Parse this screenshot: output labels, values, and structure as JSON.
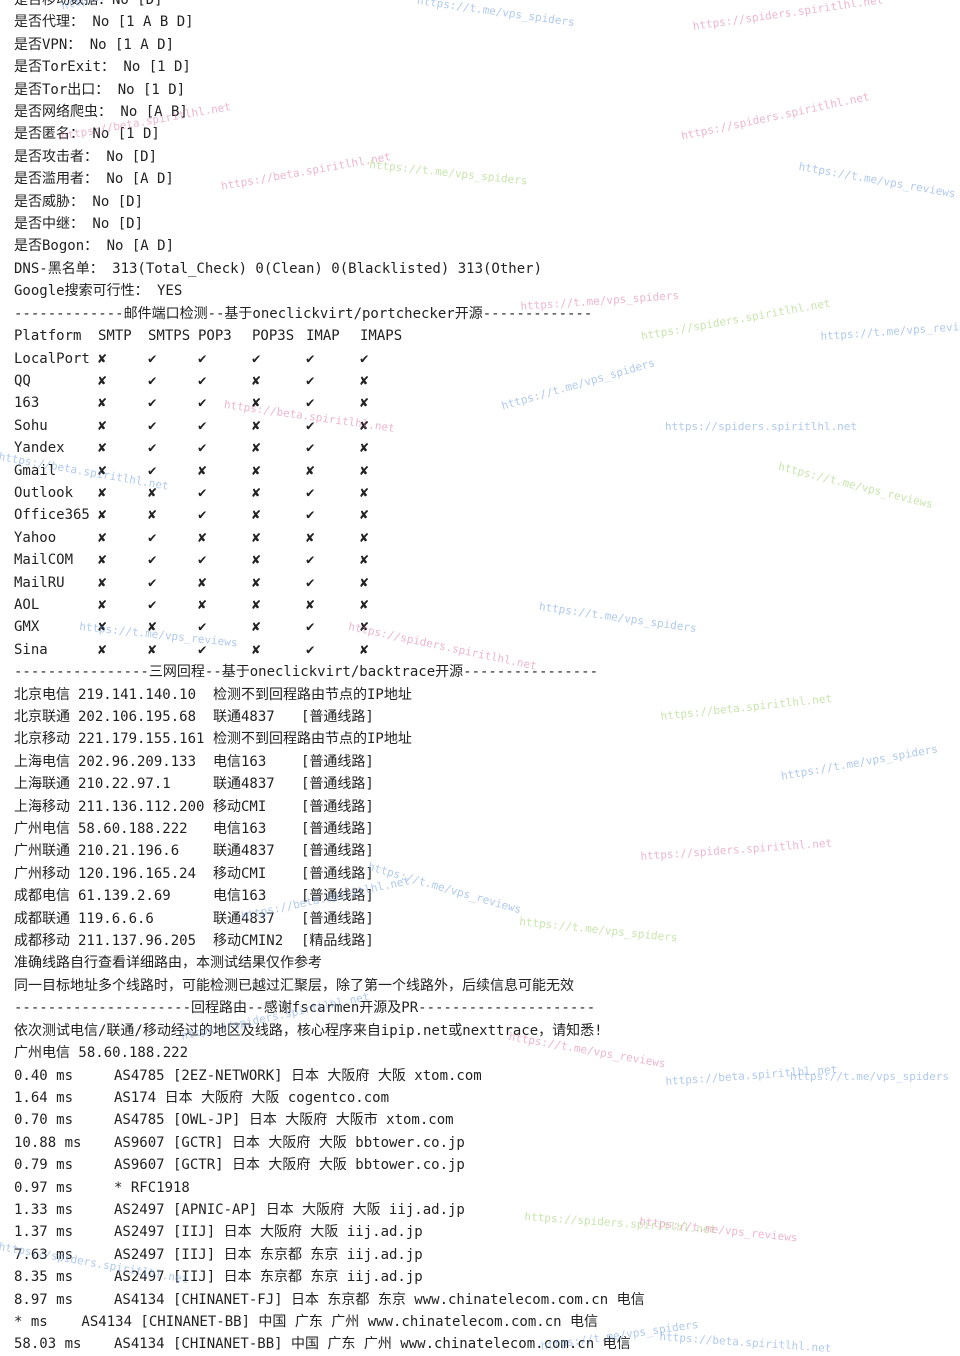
{
  "colors": {
    "text": "#222222",
    "watermark_blue": "#6f9ee0",
    "watermark_pink": "#e07aa8",
    "watermark_green": "#9ad06a"
  },
  "top_lines": [
    "是否移动数据：No [D]",
    "是否代理： No [1 A B D]",
    "是否VPN： No [1 A D]",
    "是否TorExit： No [1 D]",
    "是否Tor出口： No [1 D]",
    "是否网络爬虫： No [A B]",
    "是否匿名： No [1 D]",
    "是否攻击者： No [D]",
    "是否滥用者： No [A D]",
    "是否威胁： No [D]",
    "是否中继： No [D]",
    "是否Bogon： No [A D]",
    "DNS-黑名单： 313(Total_Check) 0(Clean) 0(Blacklisted) 313(Other)",
    "Google搜索可行性： YES",
    "-------------邮件端口检测--基于oneclickvirt/portchecker开源-------------"
  ],
  "mail": {
    "headers": [
      "Platform",
      "SMTP",
      "SMTPS",
      "POP3",
      "POP3S",
      "IMAP",
      "IMAPS"
    ],
    "rows": [
      [
        "LocalPort",
        "✘",
        "✔",
        "✔",
        "✔",
        "✔",
        "✔"
      ],
      [
        "QQ",
        "✘",
        "✔",
        "✔",
        "✘",
        "✔",
        "✘"
      ],
      [
        "163",
        "✘",
        "✔",
        "✔",
        "✘",
        "✔",
        "✘"
      ],
      [
        "Sohu",
        "✘",
        "✔",
        "✔",
        "✘",
        "✔",
        "✘"
      ],
      [
        "Yandex",
        "✘",
        "✔",
        "✔",
        "✘",
        "✔",
        "✘"
      ],
      [
        "Gmail",
        "✘",
        "✔",
        "✘",
        "✘",
        "✘",
        "✘"
      ],
      [
        "Outlook",
        "✘",
        "✘",
        "✔",
        "✘",
        "✔",
        "✘"
      ],
      [
        "Office365",
        "✘",
        "✘",
        "✔",
        "✘",
        "✔",
        "✘"
      ],
      [
        "Yahoo",
        "✘",
        "✔",
        "✘",
        "✘",
        "✘",
        "✘"
      ],
      [
        "MailCOM",
        "✘",
        "✔",
        "✔",
        "✘",
        "✔",
        "✘"
      ],
      [
        "MailRU",
        "✘",
        "✔",
        "✘",
        "✘",
        "✔",
        "✘"
      ],
      [
        "AOL",
        "✘",
        "✔",
        "✘",
        "✘",
        "✘",
        "✘"
      ],
      [
        "GMX",
        "✘",
        "✘",
        "✔",
        "✘",
        "✔",
        "✘"
      ],
      [
        "Sina",
        "✘",
        "✘",
        "✔",
        "✘",
        "✔",
        "✘"
      ]
    ]
  },
  "backtrace_header": "----------------三网回程--基于oneclickvirt/backtrace开源----------------",
  "backtrace": [
    [
      "北京电信",
      "219.141.140.10",
      "检测不到回程路由节点的IP地址",
      ""
    ],
    [
      "北京联通",
      "202.106.195.68",
      "联通4837",
      "[普通线路]"
    ],
    [
      "北京移动",
      "221.179.155.161",
      "检测不到回程路由节点的IP地址",
      ""
    ],
    [
      "上海电信",
      "202.96.209.133",
      "电信163",
      "[普通线路]"
    ],
    [
      "上海联通",
      "210.22.97.1",
      "联通4837",
      "[普通线路]"
    ],
    [
      "上海移动",
      "211.136.112.200",
      "移动CMI",
      "[普通线路]"
    ],
    [
      "广州电信",
      "58.60.188.222",
      "电信163",
      "[普通线路]"
    ],
    [
      "广州联通",
      "210.21.196.6",
      "联通4837",
      "[普通线路]"
    ],
    [
      "广州移动",
      "120.196.165.24",
      "移动CMI",
      "[普通线路]"
    ],
    [
      "成都电信",
      "61.139.2.69",
      "电信163",
      "[普通线路]"
    ],
    [
      "成都联通",
      "119.6.6.6",
      "联通4837",
      "[普通线路]"
    ],
    [
      "成都移动",
      "211.137.96.205",
      "移动CMIN2",
      "[精品线路]"
    ]
  ],
  "notes": [
    "准确线路自行查看详细路由，本测试结果仅作参考",
    "同一目标地址多个线路时，可能检测已越过汇聚层，除了第一个线路外，后续信息可能无效",
    "---------------------回程路由--感谢fscarmen开源及PR---------------------",
    "依次测试电信/联通/移动经过的地区及线路，核心程序来自ipip.net或nexttrace，请知悉!",
    "广州电信 58.60.188.222"
  ],
  "hops": [
    [
      "0.40 ms",
      "AS4785 [2EZ-NETWORK] 日本 大阪府 大阪 xtom.com"
    ],
    [
      "1.64 ms",
      "AS174 日本 大阪府 大阪 cogentco.com"
    ],
    [
      "0.70 ms",
      "AS4785 [OWL-JP] 日本 大阪府 大阪市 xtom.com"
    ],
    [
      "10.88 ms",
      "AS9607 [GCTR] 日本 大阪府 大阪 bbtower.co.jp"
    ],
    [
      "0.79 ms",
      "AS9607 [GCTR] 日本 大阪府 大阪 bbtower.co.jp"
    ],
    [
      "0.97 ms",
      "* RFC1918"
    ],
    [
      "1.33 ms",
      "AS2497 [APNIC-AP] 日本 大阪府 大阪 iij.ad.jp"
    ],
    [
      "1.37 ms",
      "AS2497 [IIJ] 日本 大阪府 大阪 iij.ad.jp"
    ],
    [
      "7.63 ms",
      "AS2497 [IIJ] 日本 东京都 东京 iij.ad.jp"
    ],
    [
      "8.35 ms",
      "AS2497 [IIJ] 日本 东京都 东京 iij.ad.jp"
    ],
    [
      "8.97 ms",
      "AS4134 [CHINANET-FJ] 日本 东京都 东京 www.chinatelecom.com.cn 电信"
    ]
  ],
  "tail_lines": [
    "* ms    AS4134 [CHINANET-BB] 中国 广东 广州 www.chinatelecom.com.cn 电信"
  ],
  "last_hop": [
    "58.03 ms",
    "AS4134 [CHINANET-BB] 中国 广东 广州 www.chinatelecom.com.cn 电信"
  ],
  "watermarks": [
    "https://t.me/vps_spiders",
    "https://spiders.spiritlhl.net",
    "https://t.me/vps_reviews",
    "https://beta.spiritlhl.net"
  ]
}
